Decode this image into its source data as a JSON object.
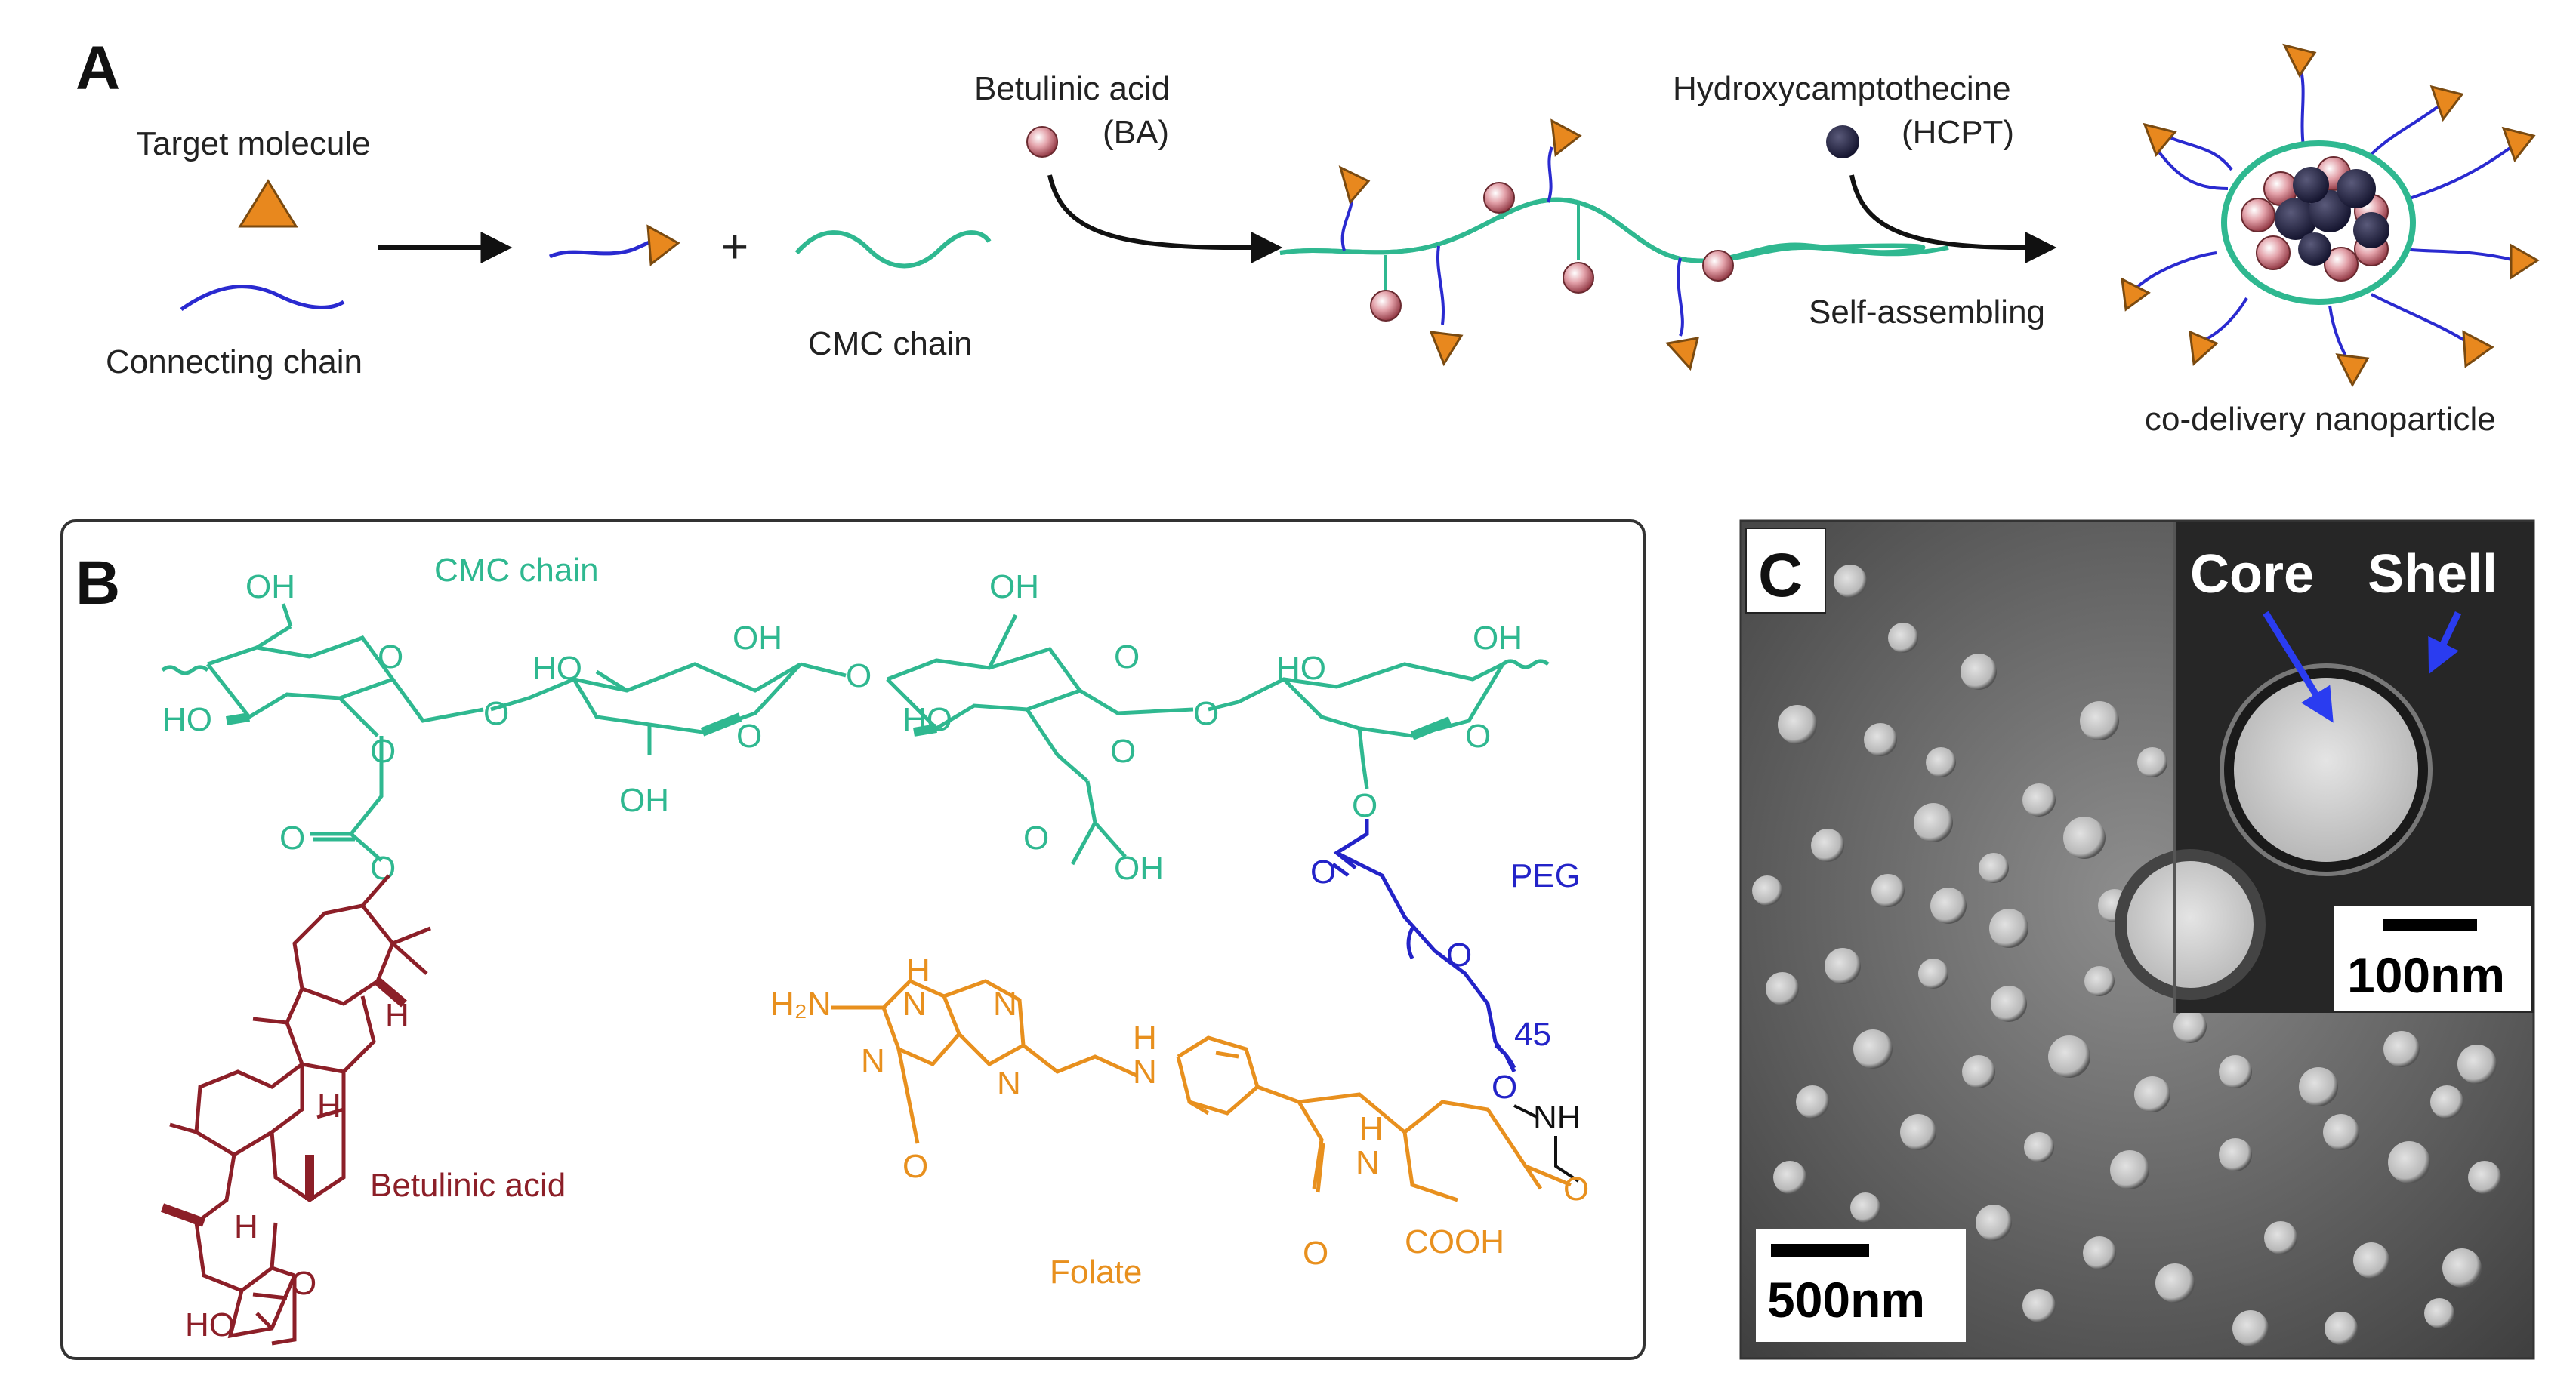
{
  "panels": {
    "a": "A",
    "b": "B",
    "c": "C"
  },
  "panel_a": {
    "target_molecule": "Target molecule",
    "connecting_chain": "Connecting chain",
    "plus": "+",
    "cmc_chain": "CMC chain",
    "ba_name": "Betulinic acid",
    "ba_abbr": "(BA)",
    "hcpt_name": "Hydroxycamptothecine",
    "hcpt_abbr": "(HCPT)",
    "self_assembling": "Self-assembling",
    "nanoparticle": "co-delivery nanoparticle"
  },
  "panel_b": {
    "cmc_chain": "CMC chain",
    "peg": "PEG",
    "betulinic_acid": "Betulinic acid",
    "folate": "Folate",
    "oh": "OH",
    "ho": "HO",
    "o": "O",
    "h": "H",
    "nh": "NH",
    "n": "N",
    "h2n": "H₂N",
    "cooh": "COOH",
    "peg_n": "45"
  },
  "panel_c": {
    "core": "Core",
    "shell": "Shell",
    "scale_inset": "100nm",
    "scale_main": "500nm"
  },
  "colors": {
    "cmc": "#2fb890",
    "peg": "#2323c8",
    "betulinic": "#8c1f28",
    "folate": "#e8901e",
    "triangle": "#e8881e",
    "chain": "#2a2ad0"
  }
}
